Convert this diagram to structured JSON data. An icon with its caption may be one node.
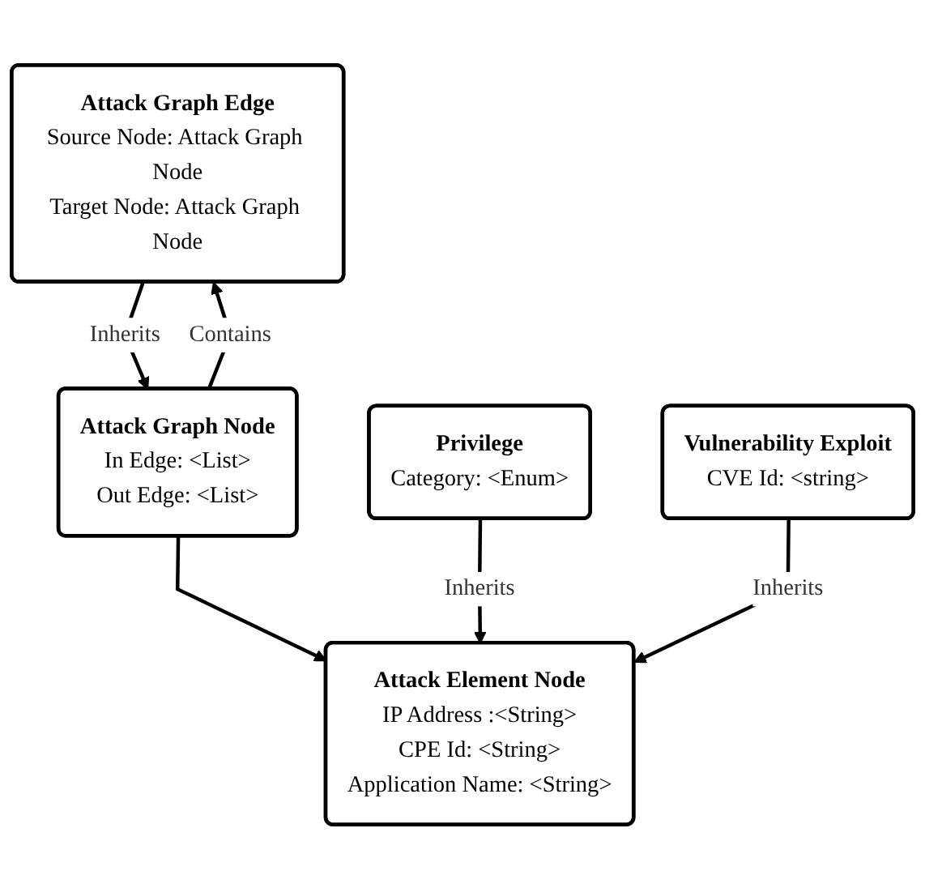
{
  "diagram": {
    "nodes": [
      {
        "text": [
          "Attack Graph Edge",
          "Source Node: Attack Graph Node",
          "Target Node: Attack Graph Node"
        ]
      },
      {
        "text": [
          "Attack Graph Node",
          "In Edge: <List>",
          "Out Edge: <List>"
        ]
      },
      {
        "text": [
          "Attack Element Node",
          "IP Address :<String>",
          "CPE Id: <String>",
          "Application Name: <String>"
        ]
      },
      {
        "text": [
          "Privilege",
          "Category: <Enum>"
        ]
      },
      {
        "text": [
          "Vulnerability Exploit",
          "CVE Id: <string>"
        ]
      }
    ],
    "edges": [
      {
        "from": 0,
        "to": 1,
        "arrow": "to",
        "label": "Inherits"
      },
      {
        "from": 1,
        "to": 0,
        "arrow": "to",
        "label": "Contains"
      },
      {
        "from": 1,
        "to": 2,
        "arrow": "to"
      },
      {
        "from": 3,
        "to": 2,
        "arrow": "to",
        "label": "Inherits"
      },
      {
        "from": 4,
        "to": 2,
        "arrow": "to",
        "label": "Inherits"
      }
    ]
  }
}
